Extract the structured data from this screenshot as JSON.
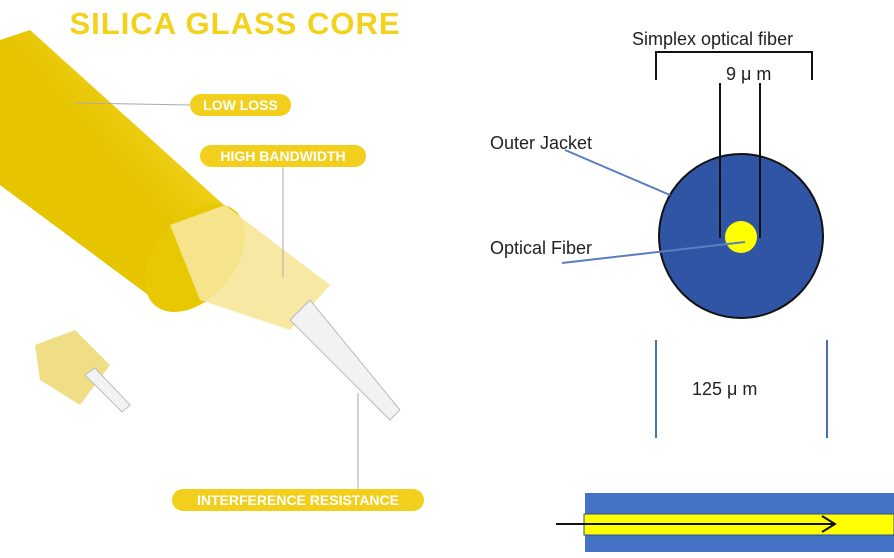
{
  "left_panel": {
    "title": "SILICA GLASS CORE",
    "labels": [
      "LOW LOSS",
      "HIGH BANDWIDTH",
      "INTERFERENCE RESISTANCE"
    ]
  },
  "right_panel": {
    "bracket_label": "Simplex optical fiber",
    "core_diameter": "9 μ m",
    "outer_jacket_label": "Outer Jacket",
    "optical_fiber_label": "Optical Fiber",
    "cladding_diameter": "125 μ m"
  },
  "colors": {
    "yellow": "#f2d21a",
    "jacket_blue": "#2f55a4",
    "side_blue": "#4472c4",
    "core_yellow": "#ffff00"
  }
}
